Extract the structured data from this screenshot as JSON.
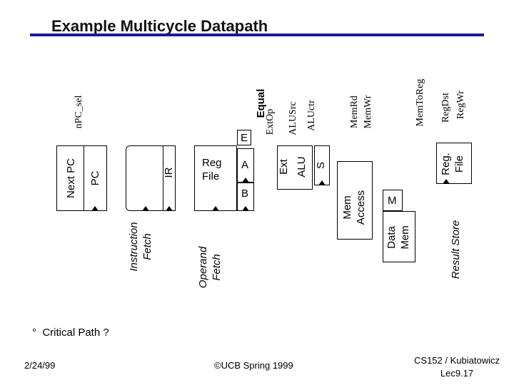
{
  "slide": {
    "title": "Example Multicycle Datapath",
    "bullet": "°  Critical Path ?",
    "footer_date": "2/24/99",
    "footer_center": "©UCB Spring 1999",
    "footer_right_line1": "CS152 / Kubiatowicz",
    "footer_right_line2": "Lec9.17"
  },
  "blocks": {
    "next_pc": "Next PC",
    "pc": "PC",
    "ir": "IR",
    "reg_file": "Reg\nFile",
    "a": "A",
    "b": "B",
    "ext": "Ext",
    "alu": "ALU",
    "s": "S",
    "mem_access": "Mem\nAccess",
    "m": "M",
    "data_mem": "Data\nMem",
    "reg_file_right": "Reg.\nFile",
    "e": "E"
  },
  "control_signals": {
    "npc_sel": "nPC_sel",
    "equal": "Equal",
    "extop": "ExtOp",
    "alusrc": "ALUSrc",
    "aluctr": "ALUctr",
    "memrd": "MemRd",
    "memwr": "MemWr",
    "memtoreg": "MemToReg",
    "regdst": "RegDst",
    "regwr": "RegWr"
  },
  "stages": {
    "instruction_fetch": "Instruction\nFetch",
    "operand_fetch": "Operand\nFetch",
    "result_store": "Result Store"
  }
}
